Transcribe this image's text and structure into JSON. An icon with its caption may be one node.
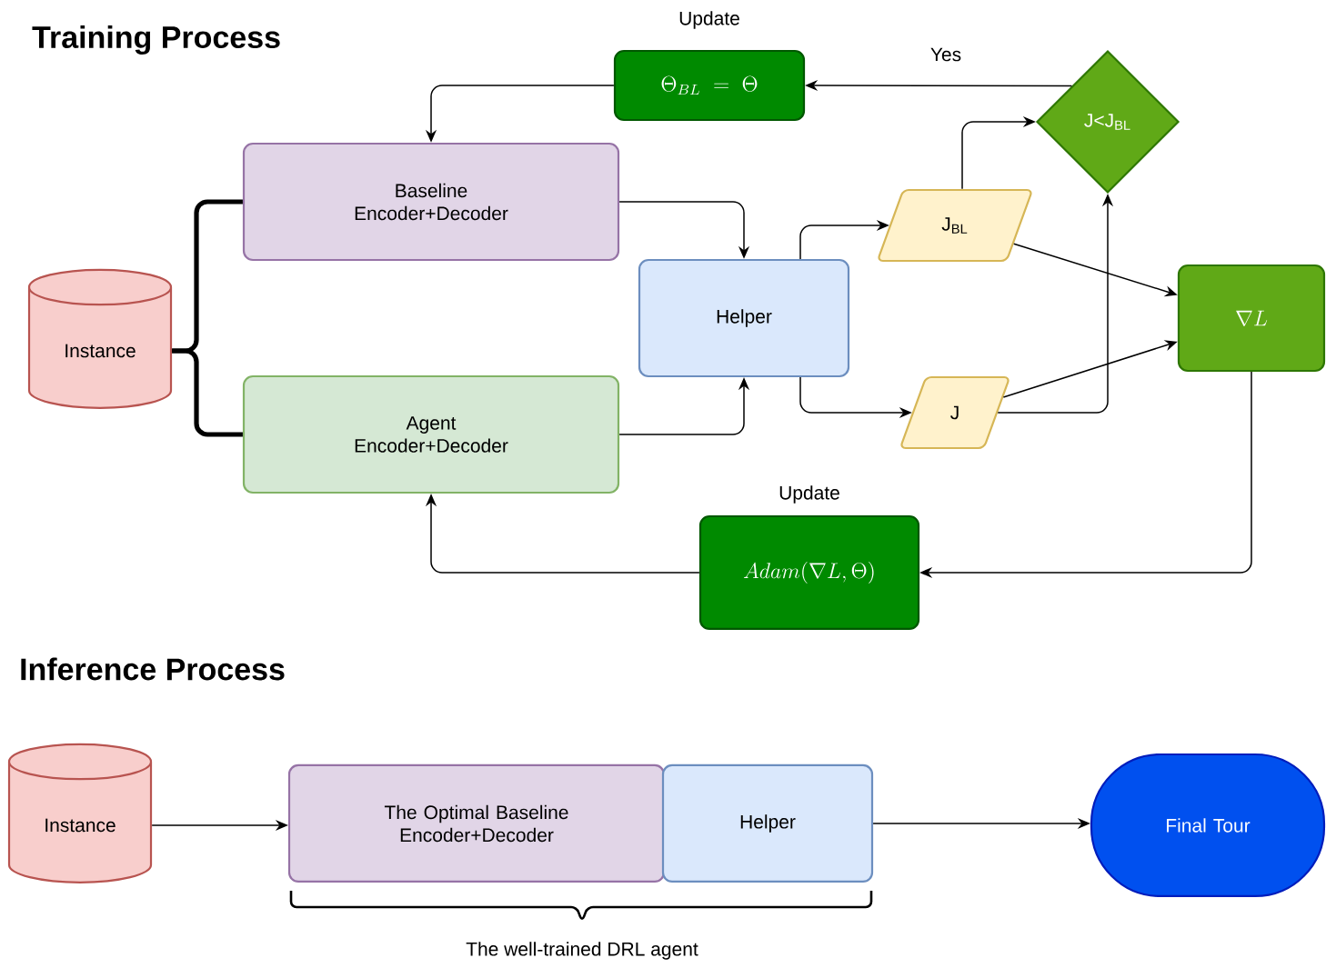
{
  "diagram": {
    "title": "Training Process",
    "nodes": [
      {
        "text": [
          "Instance"
        ]
      },
      {
        "text": [
          "Baseline Encoder+Decoder"
        ]
      },
      {
        "text": [
          "Agent Encoder+Decoder"
        ]
      },
      {
        "text": [
          "Helper"
        ]
      },
      {
        "text": [
          "J$_{BL}$"
        ]
      },
      {
        "text": [
          "J"
        ]
      },
      {
        "text": [
          "J<J$_{BL}$"
        ]
      },
      {
        "text": [
          "\\Theta_{BL} = \\Theta"
        ],
        "beside": [
          "Update"
        ]
      },
      {
        "text": [
          "\\nabla L"
        ]
      },
      {
        "text": [
          "Adam(\\nabla L, \\Theta)"
        ],
        "beside": [
          "Update"
        ]
      },
      {
        "text": [
          "Instance"
        ]
      },
      {
        "text": [
          "The Optimal Baseline Encoder+Decoder"
        ]
      },
      {
        "text": [
          "Helper"
        ]
      },
      {
        "text": [
          "Final Tour"
        ]
      }
    ],
    "edges": [
      {
        "from": 0,
        "to": 1,
        "arrow": "none",
        "style": "thick"
      },
      {
        "from": 0,
        "to": 2,
        "arrow": "none",
        "style": "thick"
      },
      {
        "from": 1,
        "to": 3,
        "arrow": "to"
      },
      {
        "from": 2,
        "to": 3,
        "arrow": "to"
      },
      {
        "from": 3,
        "to": 4,
        "arrow": "to"
      },
      {
        "from": 3,
        "to": 5,
        "arrow": "to"
      },
      {
        "from": 4,
        "to": 6,
        "arrow": "to"
      },
      {
        "from": 5,
        "to": 6,
        "arrow": "to"
      },
      {
        "from": 4,
        "to": 8,
        "arrow": "to"
      },
      {
        "from": 5,
        "to": 8,
        "arrow": "to"
      },
      {
        "from": 6,
        "to": 7,
        "arrow": "to",
        "label": "Yes"
      },
      {
        "from": 7,
        "to": 1,
        "arrow": "to"
      },
      {
        "from": 8,
        "to": 9,
        "arrow": "to"
      },
      {
        "from": 9,
        "to": 2,
        "arrow": "to"
      },
      {
        "from": 10,
        "to": 11,
        "arrow": "to"
      },
      {
        "from": 12,
        "to": 13,
        "arrow": "to"
      }
    ],
    "labels": [
      "Inference Process",
      "The well-trained DRL agent"
    ]
  }
}
